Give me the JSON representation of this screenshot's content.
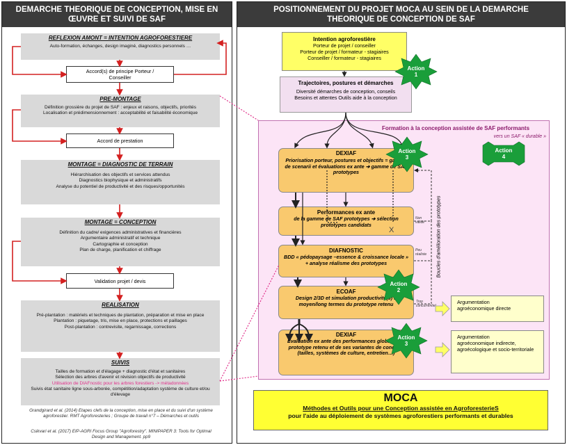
{
  "left": {
    "header": "DEMARCHE THEORIQUE DE CONCEPTION, MISE EN ŒUVRE ET SUIVI DE SAF",
    "reflexion": {
      "title": "REFLEXION AMONT = INTENTION AGROFORESTIERE",
      "body": "Auto-formation, échanges, design imaginé, diagnostics personnels …"
    },
    "accord_principe": "Accord(s) de principe Porteur / Conseiller",
    "premontage": {
      "title": "PRE-MONTAGE",
      "lines": [
        "Définition grossière du projet de SAF : enjeux et raisons, objectifs, priorités",
        "Localisation et prédimensionnement : acceptabilité et faisabilité économique"
      ]
    },
    "accord_prestation": "Accord de prestation",
    "montage_diag": {
      "title": "MONTAGE = DIAGNOSTIC DE TERRAIN",
      "lines": [
        "Hiérarchisation des objectifs et services attendus",
        "Diagnostics biophysique et administratifs",
        "Analyse du potentiel de productivité et des risques/opportunités"
      ]
    },
    "montage_conc": {
      "title": "MONTAGE = CONCEPTION",
      "lines": [
        "Définition du cadre/ exigences administratives et financières",
        "Argumentaire administratif et technique",
        "Cartographie et conception",
        "Plan de charge, planification et chiffrage"
      ]
    },
    "validation": "Validation projet / devis",
    "realisation": {
      "title": "REALISATION",
      "lines": [
        "Pré-plantation : matériels et techniques de plantation, préparation et mise en place",
        "Plantation : piquetage, tris, mise en place, protections et paillages",
        "Post-plantation : contrevisite, regarnissage, corrections"
      ]
    },
    "suivis": {
      "title": "SUIVIS",
      "lines": [
        "Tailles de formation et d'élagage + diagnostic d'état et sanitaires",
        "Sélection des arbres d'avenir et révision objectifs de productivité"
      ],
      "highlight": "Utilisation de DIAFnostic pour les arbres forestiers -> métadonnées",
      "last": "Suivis état sanitaire ligne sous-arborée, compétition/adaptation système de culture et/ou d'élevage"
    },
    "citation1": "Grandgirard et al. (2014) Etapes clefs de la conception, mise en place et du suivi d'un système agroforestier. RMT Agroforesteries ; Groupe de travail n°7 – Démarches et outils",
    "citation2": "Csikvari et al. (2017) EIP-AGRI Focus Group \"Agroforestry\". MINIPAPER 3: Tools for Optimal Design and Management. pp9"
  },
  "right": {
    "header": "POSITIONNEMENT DU PROJET MOCA AU SEIN DE LA DEMARCHE THEORIQUE DE CONCEPTION DE SAF",
    "intention": {
      "title": "Intention agroforestière",
      "lines": [
        "Porteur de projet / conseiller",
        "Porteur de projet / formateur - stagiaires",
        "Conseiller / formateur - stagiaires"
      ]
    },
    "trajectoires": {
      "title": "Trajectoires, postures et démarches",
      "lines": [
        "Diversité démarches de conception, conseils",
        "Besoins et attentes Outils aide à la conception"
      ]
    },
    "formation": {
      "title": "Formation à la conception assistée de SAF performants",
      "subtitle": "vers un SAF « durable »"
    },
    "dexiaf1": {
      "title": "DEXIAF",
      "body": "Priorisation porteur, postures et objectifs = gamme de scenarii et évaluations ex ante ➔ gamme de SAF prototypes"
    },
    "performances": {
      "title": "Performances ex ante",
      "body": "de la gamme de SAF prototypes ➔ sélection prototypes candidats",
      "mark": "X"
    },
    "diafnostic": {
      "title": "DIAFNOSTIC",
      "body": "BDD « pédopaysage –essence & croissance locale » + analyse réalisme des prototypes"
    },
    "ecoaf": {
      "title": "ECOAF",
      "body": "Design 2/3D et simulation productivité(s) à moyen/long termes du prototype retenu"
    },
    "dexiaf2": {
      "title": "DEXIAF",
      "body": "Evaluation ex ante des performances globales du prototype retenu et de ses variantes de conduite (tailles, systèmes de culture, entretien…)"
    },
    "boucles": "Boucles d'amélioration des prototypes",
    "non_valide": "Non validé",
    "peu_realiste": "Peu réaliste",
    "trop_concurrentiel": "Trop concurrentiel",
    "arg1": {
      "title": "Argumentation",
      "body": "agroéconomique directe"
    },
    "arg2": {
      "title": "Argumentation",
      "body": "agroéconomique indirecte, agroécologique et socio-territoriale"
    },
    "actions": {
      "a1": {
        "word": "Action",
        "num": "1"
      },
      "a2": {
        "word": "Action",
        "num": "2"
      },
      "a3a": {
        "word": "Action",
        "num": "3"
      },
      "a3b": {
        "word": "Action",
        "num": "3"
      },
      "a4": {
        "word": "Action",
        "num": "4"
      }
    },
    "moca": {
      "title": "MOCA",
      "line1": "Méthodes et Outils pour une Conception assistée en AgroforesterieS",
      "line2": "pour l'aide au déploiement de systèmes agroforestiers performants et durables"
    }
  },
  "colors": {
    "header": "#3b3b3b",
    "arrow_red": "#d42020",
    "star_green": "#1a9e3a",
    "pink_dotted": "#e0308a",
    "orange": "#f9c96e",
    "yellow": "#ffff66"
  }
}
